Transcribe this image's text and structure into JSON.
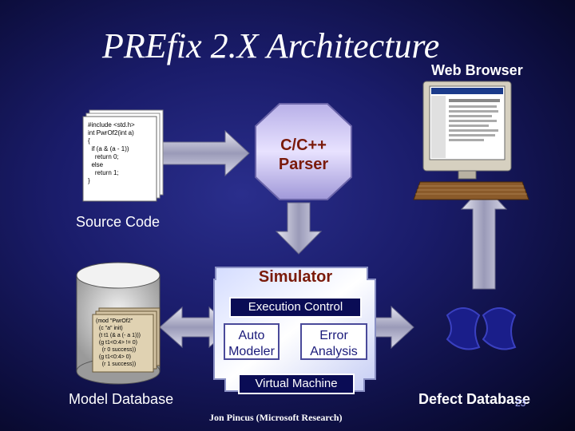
{
  "title": "PREfix 2.X Architecture",
  "web_browser_label": "Web Browser",
  "source_code_label": "Source Code",
  "model_database_label": "Model Database",
  "defect_database_label": "Defect Database",
  "page_number": "23",
  "footer": "Jon Pincus (Microsoft Research)",
  "parser_label": "C/C++\nParser",
  "simulator": {
    "title": "Simulator",
    "execution_control": "Execution Control",
    "auto_modeler": "Auto\nModeler",
    "error_analysis": "Error\nAnalysis",
    "virtual_machine": "Virtual Machine"
  },
  "source_code_text": "#include <std.h>\nint PwrOf2(int a)\n{\n  if (a & (a - 1))\n    return 0;\n  else\n    return 1;\n}",
  "model_text": "(mod \"PwrOf2\"\n  (c \"a\" init)\n  (t t1 (& a (- a 1)))\n  (g t1<0:4> != 0)\n    (r 0 success))\n  (g t1<0:4> 0)\n    (r 1 success))"
}
